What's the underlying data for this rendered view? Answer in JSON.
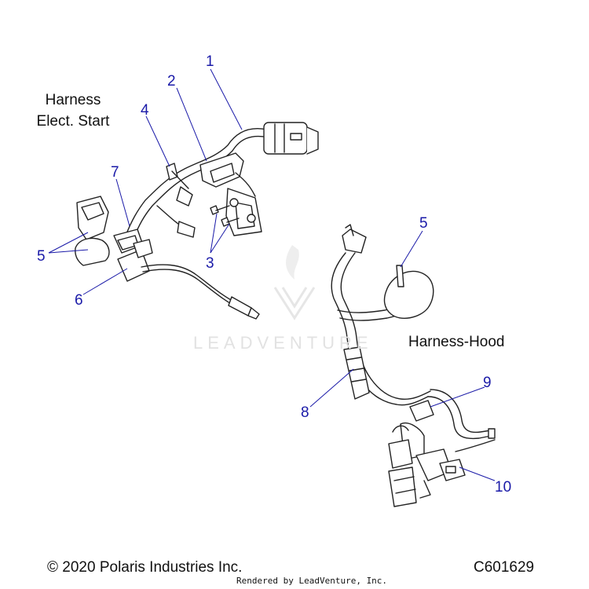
{
  "titles": {
    "elect_start_line1": "Harness",
    "elect_start_line2": "Elect. Start",
    "hood": "Harness-Hood"
  },
  "callouts": {
    "c1": "1",
    "c2": "2",
    "c3": "3",
    "c4": "4",
    "c5a": "5",
    "c5b": "5",
    "c6": "6",
    "c7": "7",
    "c8": "8",
    "c9": "9",
    "c10": "10"
  },
  "footer": {
    "copyright": "© 2020 Polaris Industries Inc.",
    "code": "C601629",
    "rendered_by": "Rendered by LeadVenture, Inc."
  },
  "watermark": {
    "text": "LEADVENTURE"
  },
  "colors": {
    "callout": "#1a1aa8",
    "line": "#222222",
    "leader": "#1a1aa8",
    "watermark": "#e2e2e2"
  }
}
